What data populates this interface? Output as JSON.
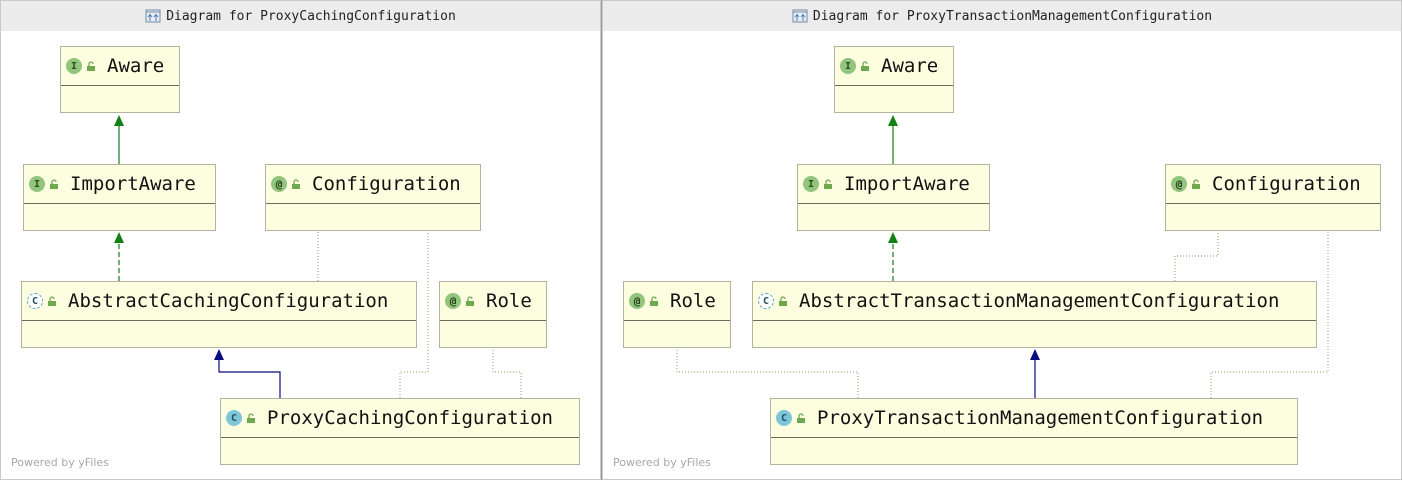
{
  "left_panel": {
    "title": "Diagram for ProxyCachingConfiguration",
    "watermark": "Powered by yFiles",
    "nodes": {
      "aware": {
        "label": "Aware",
        "kind": "I"
      },
      "import_aware": {
        "label": "ImportAware",
        "kind": "I"
      },
      "configuration": {
        "label": "Configuration",
        "kind": "@"
      },
      "abstract": {
        "label": "AbstractCachingConfiguration",
        "kind": "C"
      },
      "role": {
        "label": "Role",
        "kind": "@"
      },
      "proxy": {
        "label": "ProxyCachingConfiguration",
        "kind": "C"
      }
    }
  },
  "right_panel": {
    "title": "Diagram for ProxyTransactionManagementConfiguration",
    "watermark": "Powered by yFiles",
    "nodes": {
      "aware": {
        "label": "Aware",
        "kind": "I"
      },
      "import_aware": {
        "label": "ImportAware",
        "kind": "I"
      },
      "configuration": {
        "label": "Configuration",
        "kind": "@"
      },
      "role": {
        "label": "Role",
        "kind": "@"
      },
      "abstract": {
        "label": "AbstractTransactionManagementConfiguration",
        "kind": "C"
      },
      "proxy": {
        "label": "ProxyTransactionManagementConfiguration",
        "kind": "C"
      }
    }
  },
  "colors": {
    "node_fill": "#fdfde0",
    "interface_edge": "#138013",
    "extends_edge": "#0b0b80",
    "annotation_edge": "#a9a97c",
    "interface_badge": "#91c47c",
    "class_badge": "#7fc7d8"
  },
  "icons": {
    "title": "diagram-icon",
    "visibility": "unlocked-icon"
  }
}
